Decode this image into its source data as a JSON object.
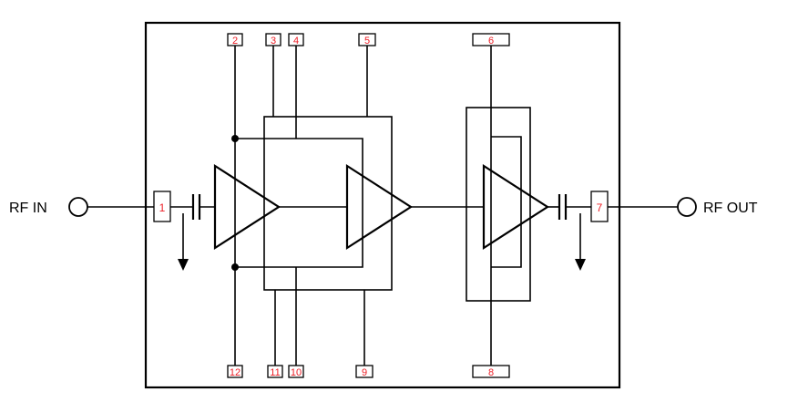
{
  "diagram": {
    "input_label": "RF IN",
    "output_label": "RF OUT",
    "pins": [
      "1",
      "2",
      "3",
      "4",
      "5",
      "6",
      "7",
      "8",
      "9",
      "10",
      "11",
      "12"
    ],
    "colors": {
      "line": "#000000",
      "pin_number": "#ed1c24",
      "background": "#ffffff"
    }
  }
}
